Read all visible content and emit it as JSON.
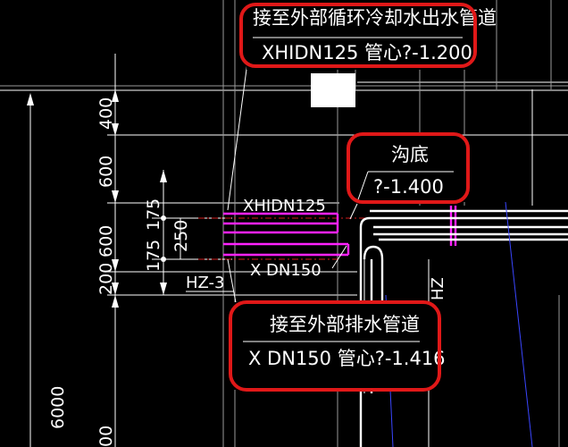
{
  "dimensions": {
    "left_total": "6000",
    "bottom_left": "00",
    "d400": "400",
    "d600_upper": "600",
    "d600_lower": "600",
    "d200": "200",
    "d175_upper": "175",
    "d175_lower": "175",
    "d250": "250"
  },
  "labels": {
    "pipe_upper": "XHIDN125",
    "pipe_lower": "X DN150",
    "hz_left": "HZ-3",
    "hz_right": "HZ"
  },
  "callouts": {
    "cooling": {
      "line1": "接至外部循环冷却水出水管道",
      "line2": "XHIDN125 管心?-1.200"
    },
    "trench": {
      "line1": "沟底",
      "line2": "?-1.400"
    },
    "drain": {
      "line1": "接至外部排水管道",
      "line2": "X DN150 管心?-1.416"
    }
  },
  "colors": {
    "background": "#000000",
    "line": "#ffffff",
    "pipe": "#ff22ff",
    "centerline": "#d11b1b",
    "axis": "#3a46ff",
    "highlight": "#e01818"
  }
}
